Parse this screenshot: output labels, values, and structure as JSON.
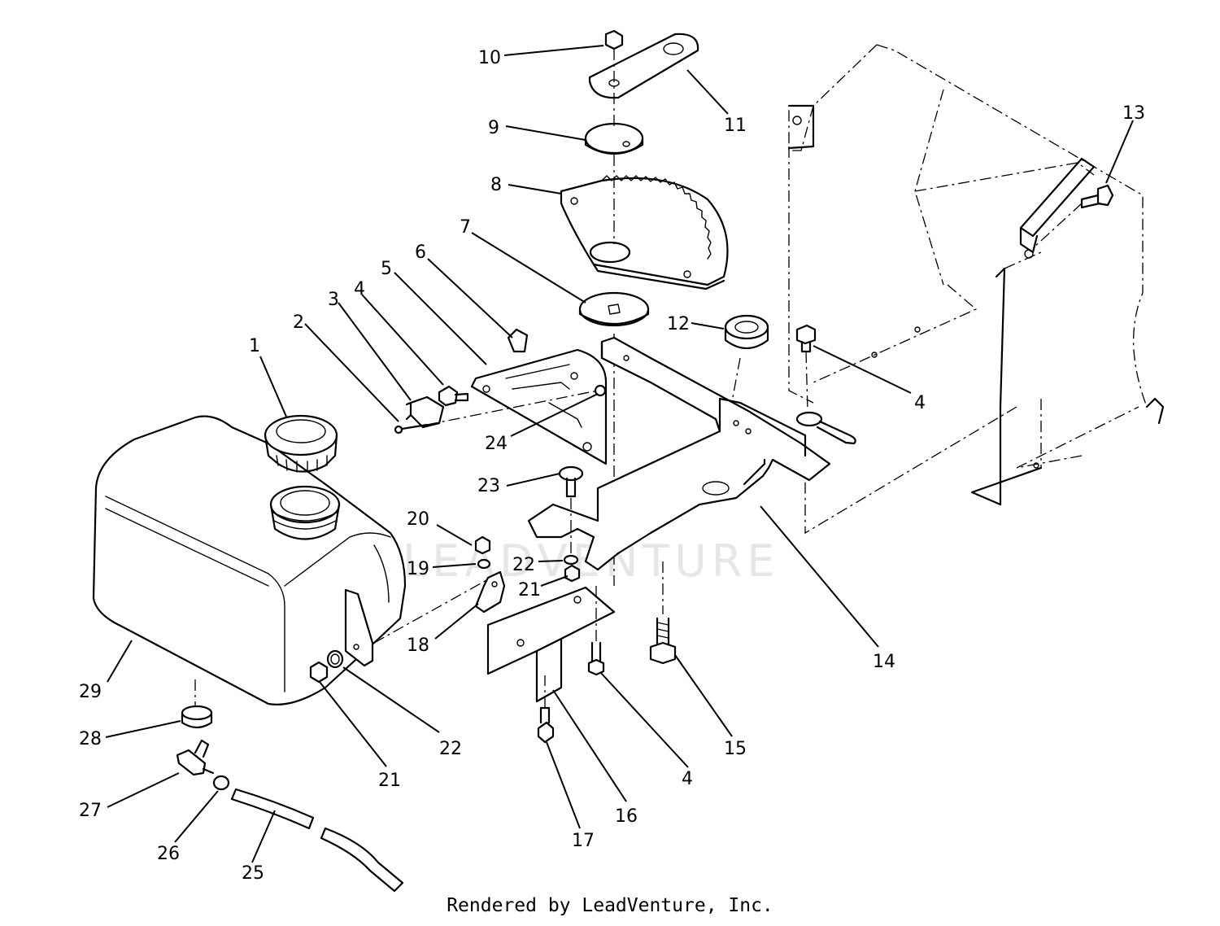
{
  "footer": "Rendered by LeadVenture, Inc.",
  "watermark": "LEADVENTURE",
  "callouts": [
    "1",
    "2",
    "3",
    "4",
    "4",
    "4",
    "5",
    "6",
    "7",
    "8",
    "9",
    "10",
    "11",
    "12",
    "13",
    "14",
    "15",
    "16",
    "17",
    "18",
    "19",
    "20",
    "21",
    "21",
    "22",
    "22",
    "23",
    "24",
    "25",
    "26",
    "27",
    "28",
    "29"
  ]
}
